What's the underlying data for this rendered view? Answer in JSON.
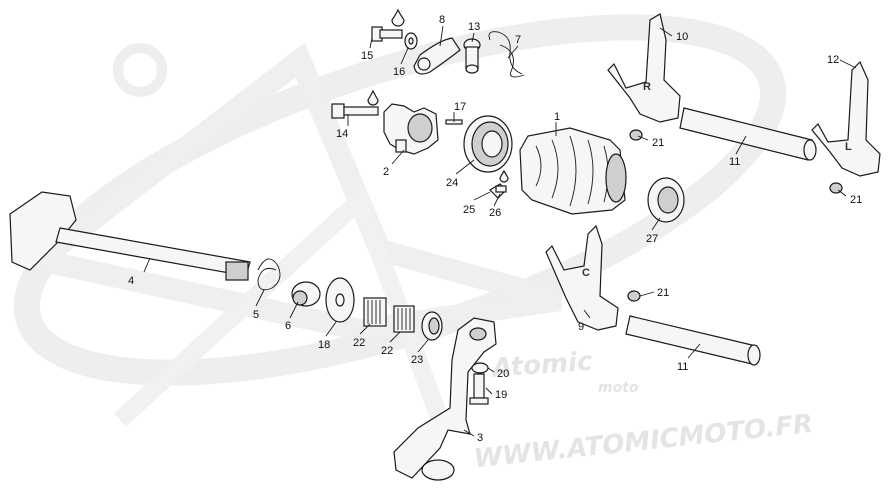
{
  "diagram": {
    "watermark": {
      "logo_text": "Atomic",
      "logo_sub": "moto",
      "site": "WWW.ATOMICMOTO.FR"
    },
    "fork_letters": {
      "fork_10": "R",
      "fork_12": "L",
      "fork_9": "C"
    },
    "callouts": {
      "p1": "1",
      "p2": "2",
      "p3": "3",
      "p4": "4",
      "p5": "5",
      "p6": "6",
      "p7": "7",
      "p8": "8",
      "p9": "9",
      "p10": "10",
      "p11a": "11",
      "p11b": "11",
      "p12": "12",
      "p13": "13",
      "p14": "14",
      "p15": "15",
      "p16": "16",
      "p17": "17",
      "p18": "18",
      "p19": "19",
      "p20": "20",
      "p21a": "21",
      "p21b": "21",
      "p21c": "21",
      "p22a": "22",
      "p22b": "22",
      "p23": "23",
      "p24": "24",
      "p25": "25",
      "p26": "26",
      "p27": "27"
    }
  }
}
